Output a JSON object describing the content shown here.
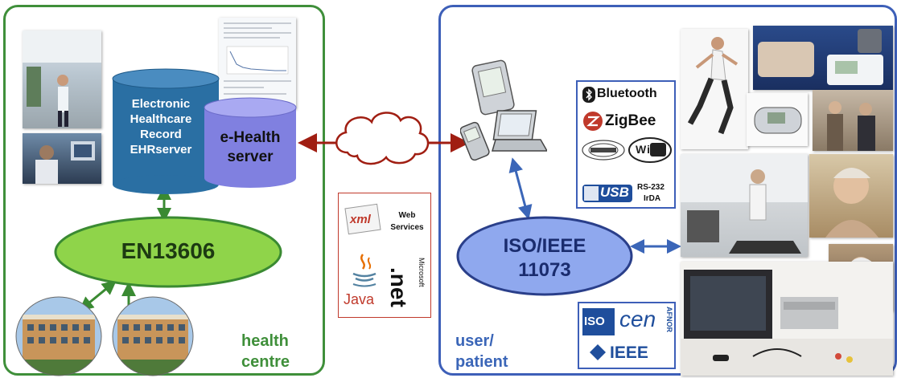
{
  "health_centre": {
    "db_label": [
      "Electronic",
      "Healthcare",
      "Record",
      "EHRserver"
    ],
    "server_label": [
      "e-Health",
      "server"
    ],
    "standard": "EN13606",
    "corner_label": [
      "health",
      "centre"
    ]
  },
  "middle": {
    "xml_label": "xml",
    "web_services": [
      "Web",
      "Services"
    ],
    "java_label": "Java",
    "dotnet_label": ".net",
    "microsoft_label": "Microsoft"
  },
  "patient": {
    "standard": [
      "ISO/IEEE",
      "11073"
    ],
    "corner_label": [
      "user/",
      "patient"
    ],
    "protocols": {
      "bluetooth": "Bluetooth",
      "zigbee": "ZigBee",
      "wifi": "WiFi",
      "usb": "USB",
      "rs232": "RS-232",
      "irda": "IrDA"
    },
    "standards_bodies": {
      "iso": "ISO",
      "cen": "cen",
      "afnor": "AFNOR",
      "ieee": "IEEE"
    }
  },
  "colors": {
    "health_border": "#3f8f3a",
    "patient_border": "#3d5fb8",
    "ehr_db": "#2a6fa3",
    "ehealth_db": "#8080e0",
    "en_ellipse": "#8fd44a",
    "iso_ellipse": "#8fa8ee",
    "arrow_red": "#a01e12",
    "arrow_green": "#3a8a32",
    "arrow_blue": "#3b66b8"
  }
}
